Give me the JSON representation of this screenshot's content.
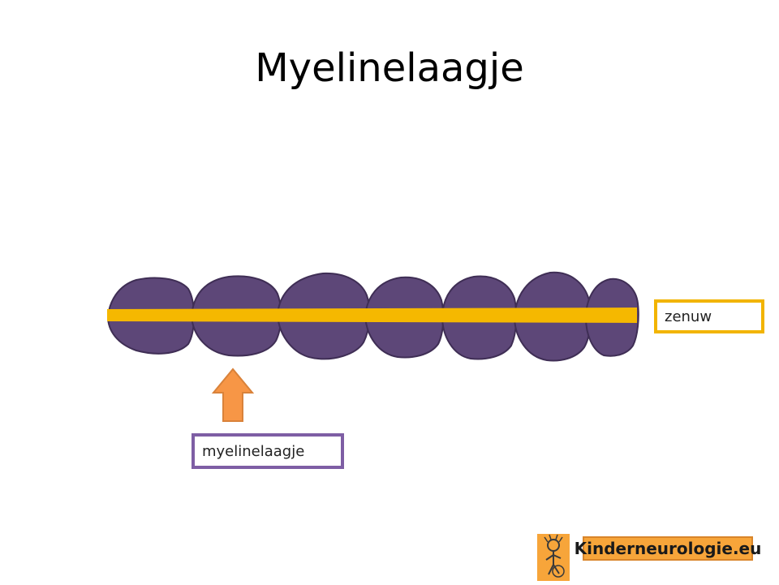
{
  "title": "Myelinelaagje",
  "labels": {
    "nerve": "zenuw",
    "myelin": "myelinelaagje"
  },
  "logo": {
    "text": "Kinderneurologie.eu"
  },
  "colors": {
    "myelin_fill": "#5d4778",
    "nerve": "#f5b800",
    "arrow": "#f79646",
    "nerve_label_border": "#f2b400",
    "myelin_label_border": "#7e5ea4",
    "logo_bg": "#f7a53a"
  },
  "icons": {
    "arrow": "arrow-up-icon",
    "logo_figure": "child-figure-icon"
  }
}
